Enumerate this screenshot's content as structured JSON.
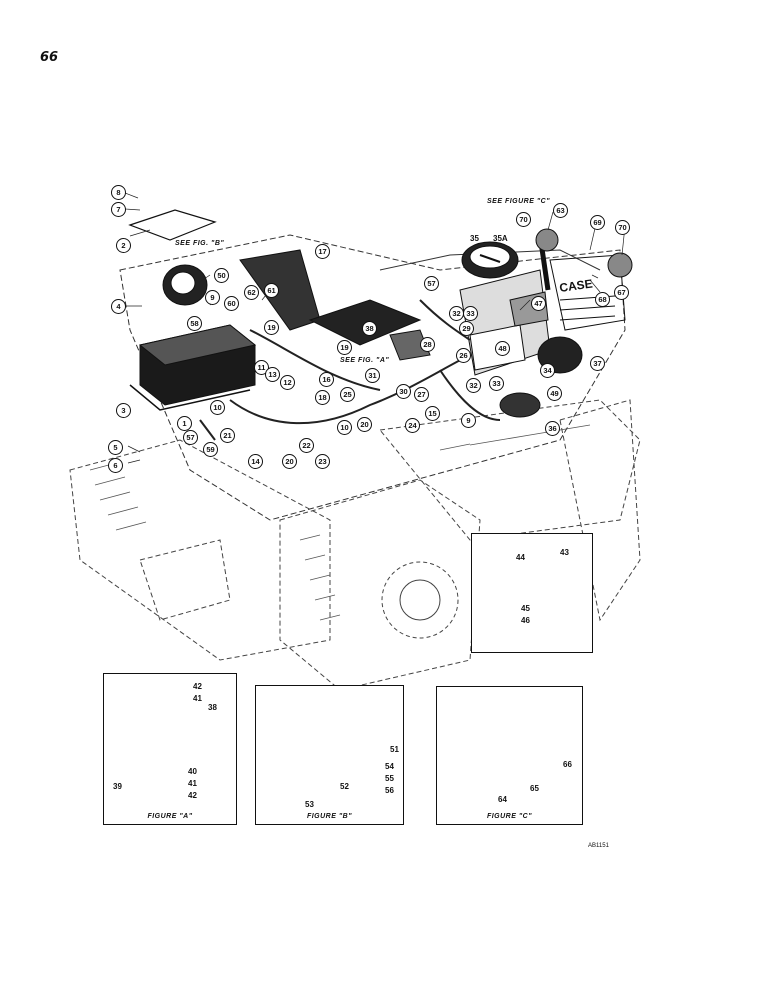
{
  "page_number": "66",
  "drawing_code": "AB1151",
  "figure_refs": {
    "see_fig_b": "SEE FIG. \"B\"",
    "see_fig_a": "SEE FIG. \"A\"",
    "see_figure_c": "SEE FIGURE \"C\""
  },
  "brand_mark": "CASE",
  "panels": {
    "figure_a": {
      "caption": "FIGURE \"A\""
    },
    "figure_b": {
      "caption": "FIGURE \"B\""
    },
    "figure_c": {
      "caption": "FIGURE \"C\""
    }
  },
  "callouts": {
    "c1": "1",
    "c2": "2",
    "c3": "3",
    "c4": "4",
    "c5": "5",
    "c6": "6",
    "c7": "7",
    "c8": "8",
    "c9a": "9",
    "c9b": "9",
    "c10a": "10",
    "c10b": "10",
    "c11": "11",
    "c12": "12",
    "c13": "13",
    "c14": "14",
    "c15": "15",
    "c16": "16",
    "c17": "17",
    "c18": "18",
    "c19a": "19",
    "c19b": "19",
    "c20a": "20",
    "c20b": "20",
    "c21": "21",
    "c22": "22",
    "c23": "23",
    "c24": "24",
    "c25": "25",
    "c26": "26",
    "c27": "27",
    "c28": "28",
    "c29": "29",
    "c30": "30",
    "c31": "31",
    "c32a": "32",
    "c32b": "32",
    "c33a": "33",
    "c33b": "33",
    "c34": "34",
    "c35": "35",
    "c35a": "35A",
    "c36": "36",
    "c37": "37",
    "c38": "38",
    "c39": "39",
    "c40": "40",
    "c41a": "41",
    "c41b": "41",
    "c42a": "42",
    "c42b": "42",
    "c43": "43",
    "c44": "44",
    "c45": "45",
    "c46": "46",
    "c47": "47",
    "c48": "48",
    "c49": "49",
    "c50": "50",
    "c51": "51",
    "c52": "52",
    "c53": "53",
    "c54": "54",
    "c55": "55",
    "c56": "56",
    "c57a": "57",
    "c57b": "57",
    "c58": "58",
    "c59": "59",
    "c60": "60",
    "c61": "61",
    "c62": "62",
    "c63": "63",
    "c64": "64",
    "c65": "65",
    "c66": "66",
    "c67": "67",
    "c68": "68",
    "c69": "69",
    "c70a": "70",
    "c70b": "70"
  }
}
